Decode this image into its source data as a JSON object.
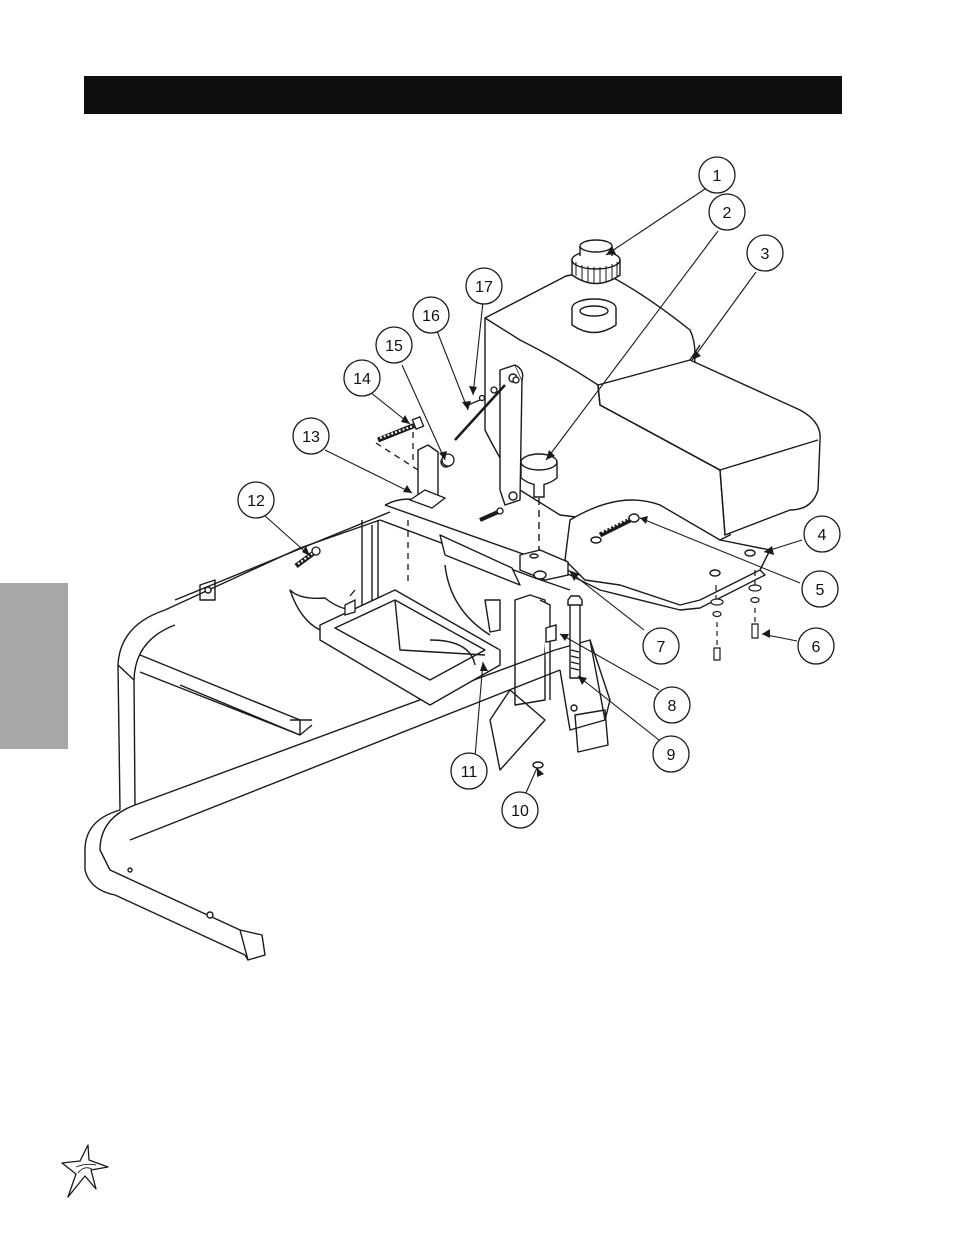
{
  "header": {
    "title": ""
  },
  "side_tab": {
    "label": ""
  },
  "callouts": [
    {
      "label": "1"
    },
    {
      "label": "2"
    },
    {
      "label": "3"
    },
    {
      "label": "4"
    },
    {
      "label": "5"
    },
    {
      "label": "6"
    },
    {
      "label": "7"
    },
    {
      "label": "8"
    },
    {
      "label": "9"
    },
    {
      "label": "10"
    },
    {
      "label": "11"
    },
    {
      "label": "12"
    },
    {
      "label": "13"
    },
    {
      "label": "14"
    },
    {
      "label": "15"
    },
    {
      "label": "16"
    },
    {
      "label": "17"
    }
  ],
  "logo": {
    "icon": "starburst-logo-icon"
  },
  "colors": {
    "header": "#0f0f0f",
    "side_tab": "#a7a7a7",
    "line": "#1a1a1a"
  }
}
